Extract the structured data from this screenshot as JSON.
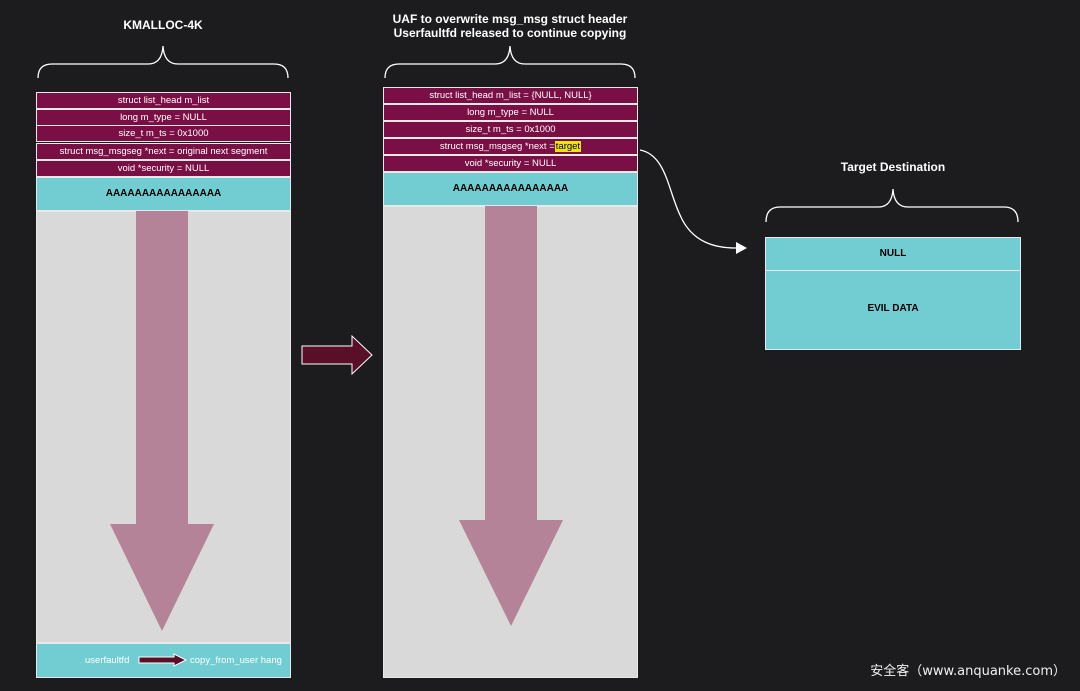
{
  "left_block": {
    "title": "KMALLOC-4K",
    "fields": [
      "struct list_head m_list",
      "long m_type = NULL",
      "size_t m_ts = 0x1000",
      "struct msg_msgseg *next = original next segment",
      "void *security = NULL"
    ],
    "data": "AAAAAAAAAAAAAAAA",
    "footer_left": "userfaultfd",
    "footer_right": "copy_from_user hang"
  },
  "middle_block": {
    "title_line1": "UAF to overwrite msg_msg struct header",
    "title_line2": "Userfaultfd released to continue copying",
    "fields": [
      "struct list_head m_list = {NULL, NULL}",
      "long m_type = NULL",
      "size_t m_ts = 0x1000"
    ],
    "next_prefix": "struct msg_msgseg *next =",
    "next_target": "target",
    "security": "void *security = NULL",
    "data": "AAAAAAAAAAAAAAAA"
  },
  "target_block": {
    "title": "Target Destination",
    "top": "NULL",
    "bottom": "EVIL DATA"
  },
  "watermark": "安全客（www.anquanke.com）",
  "colors": {
    "header_field": "#7a0f45",
    "data_cyan": "#72cdd2",
    "body_gray": "#d9d9d9",
    "flow_arrow": "#b58398",
    "transition_arrow": "#5a0f28",
    "highlight": "#f2e20c"
  }
}
